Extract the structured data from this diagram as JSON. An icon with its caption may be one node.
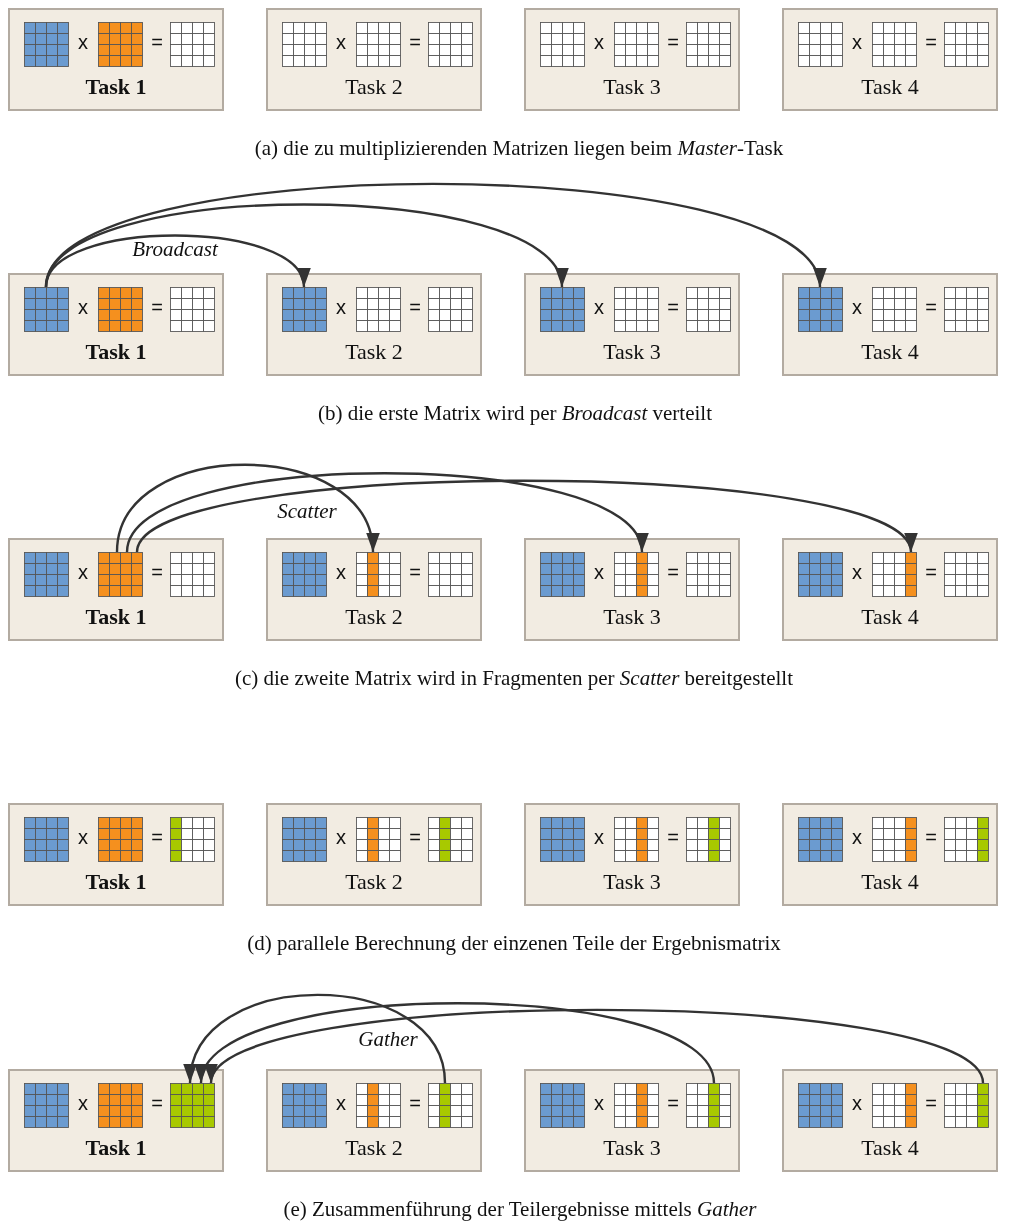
{
  "diagram": {
    "nodes": [
      {
        "text": [
          "x",
          "=",
          "Task 1"
        ]
      },
      {
        "text": [],
        "shape": "grid",
        "in": 0
      },
      {
        "text": [],
        "shape": "grid",
        "in": 0
      },
      {
        "text": [],
        "shape": "grid",
        "in": 0
      },
      {
        "text": [
          "x",
          "=",
          "Task 2"
        ]
      },
      {
        "text": [],
        "shape": "grid",
        "in": 4
      },
      {
        "text": [],
        "shape": "grid",
        "in": 4
      },
      {
        "text": [],
        "shape": "grid",
        "in": 4
      },
      {
        "text": [
          "x",
          "=",
          "Task 3"
        ]
      },
      {
        "text": [],
        "shape": "grid",
        "in": 8
      },
      {
        "text": [],
        "shape": "grid",
        "in": 8
      },
      {
        "text": [],
        "shape": "grid",
        "in": 8
      },
      {
        "text": [
          "x",
          "=",
          "Task 4"
        ]
      },
      {
        "text": [],
        "shape": "grid",
        "in": 12
      },
      {
        "text": [],
        "shape": "grid",
        "in": 12
      },
      {
        "text": [],
        "shape": "grid",
        "in": 12
      },
      {
        "text": [
          "x",
          "=",
          "Task 1"
        ]
      },
      {
        "text": [],
        "shape": "grid",
        "in": 16
      },
      {
        "text": [],
        "shape": "grid",
        "in": 16
      },
      {
        "text": [],
        "shape": "grid",
        "in": 16
      },
      {
        "text": [
          "x",
          "=",
          "Task 2"
        ]
      },
      {
        "text": [],
        "shape": "grid",
        "in": 20
      },
      {
        "text": [],
        "shape": "grid",
        "in": 20
      },
      {
        "text": [],
        "shape": "grid",
        "in": 20
      },
      {
        "text": [
          "x",
          "=",
          "Task 3"
        ]
      },
      {
        "text": [],
        "shape": "grid",
        "in": 24
      },
      {
        "text": [],
        "shape": "grid",
        "in": 24
      },
      {
        "text": [],
        "shape": "grid",
        "in": 24
      },
      {
        "text": [
          "x",
          "=",
          "Task 4"
        ]
      },
      {
        "text": [],
        "shape": "grid",
        "in": 28
      },
      {
        "text": [],
        "shape": "grid",
        "in": 28
      },
      {
        "text": [],
        "shape": "grid",
        "in": 28
      },
      {
        "text": [
          "x",
          "=",
          "Task 1"
        ]
      },
      {
        "text": [],
        "shape": "grid",
        "in": 32
      },
      {
        "text": [],
        "shape": "grid",
        "in": 32
      },
      {
        "text": [],
        "shape": "grid",
        "in": 32
      },
      {
        "text": [
          "x",
          "=",
          "Task 2"
        ]
      },
      {
        "text": [],
        "shape": "grid",
        "in": 36
      },
      {
        "text": [],
        "shape": "grid",
        "in": 36
      },
      {
        "text": [],
        "shape": "grid",
        "in": 36
      },
      {
        "text": [
          "x",
          "=",
          "Task 3"
        ]
      },
      {
        "text": [],
        "shape": "grid",
        "in": 40
      },
      {
        "text": [],
        "shape": "grid",
        "in": 40
      },
      {
        "text": [],
        "shape": "grid",
        "in": 40
      },
      {
        "text": [
          "x",
          "=",
          "Task 4"
        ]
      },
      {
        "text": [],
        "shape": "grid",
        "in": 44
      },
      {
        "text": [],
        "shape": "grid",
        "in": 44
      },
      {
        "text": [],
        "shape": "grid",
        "in": 44
      },
      {
        "text": [
          "x",
          "=",
          "Task 1"
        ]
      },
      {
        "text": [],
        "shape": "grid",
        "in": 48
      },
      {
        "text": [],
        "shape": "grid",
        "in": 48
      },
      {
        "text": [],
        "shape": "grid",
        "in": 48
      },
      {
        "text": [
          "x",
          "=",
          "Task 2"
        ]
      },
      {
        "text": [],
        "shape": "grid",
        "in": 52
      },
      {
        "text": [],
        "shape": "grid",
        "in": 52
      },
      {
        "text": [],
        "shape": "grid",
        "in": 52
      },
      {
        "text": [
          "x",
          "=",
          "Task 3"
        ]
      },
      {
        "text": [],
        "shape": "grid",
        "in": 56
      },
      {
        "text": [],
        "shape": "grid",
        "in": 56
      },
      {
        "text": [],
        "shape": "grid",
        "in": 56
      },
      {
        "text": [
          "x",
          "=",
          "Task 4"
        ]
      },
      {
        "text": [],
        "shape": "grid",
        "in": 60
      },
      {
        "text": [],
        "shape": "grid",
        "in": 60
      },
      {
        "text": [],
        "shape": "grid",
        "in": 60
      },
      {
        "text": [
          "x",
          "=",
          "Task 1"
        ]
      },
      {
        "text": [],
        "shape": "grid",
        "in": 64
      },
      {
        "text": [],
        "shape": "grid",
        "in": 64
      },
      {
        "text": [],
        "shape": "grid",
        "in": 64
      },
      {
        "text": [
          "x",
          "=",
          "Task 2"
        ]
      },
      {
        "text": [],
        "shape": "grid",
        "in": 68
      },
      {
        "text": [],
        "shape": "grid",
        "in": 68
      },
      {
        "text": [],
        "shape": "grid",
        "in": 68
      },
      {
        "text": [
          "x",
          "=",
          "Task 3"
        ]
      },
      {
        "text": [],
        "shape": "grid",
        "in": 72
      },
      {
        "text": [],
        "shape": "grid",
        "in": 72
      },
      {
        "text": [],
        "shape": "grid",
        "in": 72
      },
      {
        "text": [
          "x",
          "=",
          "Task 4"
        ]
      },
      {
        "text": [],
        "shape": "grid",
        "in": 76
      },
      {
        "text": [],
        "shape": "grid",
        "in": 76
      },
      {
        "text": [],
        "shape": "grid",
        "in": 76
      }
    ],
    "edges": [
      {
        "from": 17,
        "to": 21,
        "arrow": "to"
      },
      {
        "from": 17,
        "to": 25,
        "arrow": "to"
      },
      {
        "from": 17,
        "to": 29,
        "arrow": "to"
      },
      {
        "from": 34,
        "to": 38,
        "arrow": "to"
      },
      {
        "from": 34,
        "to": 42,
        "arrow": "to"
      },
      {
        "from": 34,
        "to": 46,
        "arrow": "to"
      },
      {
        "from": 71,
        "to": 67,
        "arrow": "to"
      },
      {
        "from": 75,
        "to": 67,
        "arrow": "to"
      },
      {
        "from": 79,
        "to": 67,
        "arrow": "to"
      }
    ],
    "labels": [
      "(a) die zu multiplizierenden Matrizen liegen beim *Master*-Task",
      "Broadcast",
      "(b) die erste Matrix wird per *Broadcast* verteilt",
      "Scatter",
      "(c) die zweite Matrix wird in Fragmenten per *Scatter* bereitgestellt",
      "(d) parallele Berechnung der einzenen Teile der Ergebnismatrix",
      "Gather",
      "(e) Zusammenführung der Teilergebnisse mittels *Gather*"
    ]
  }
}
